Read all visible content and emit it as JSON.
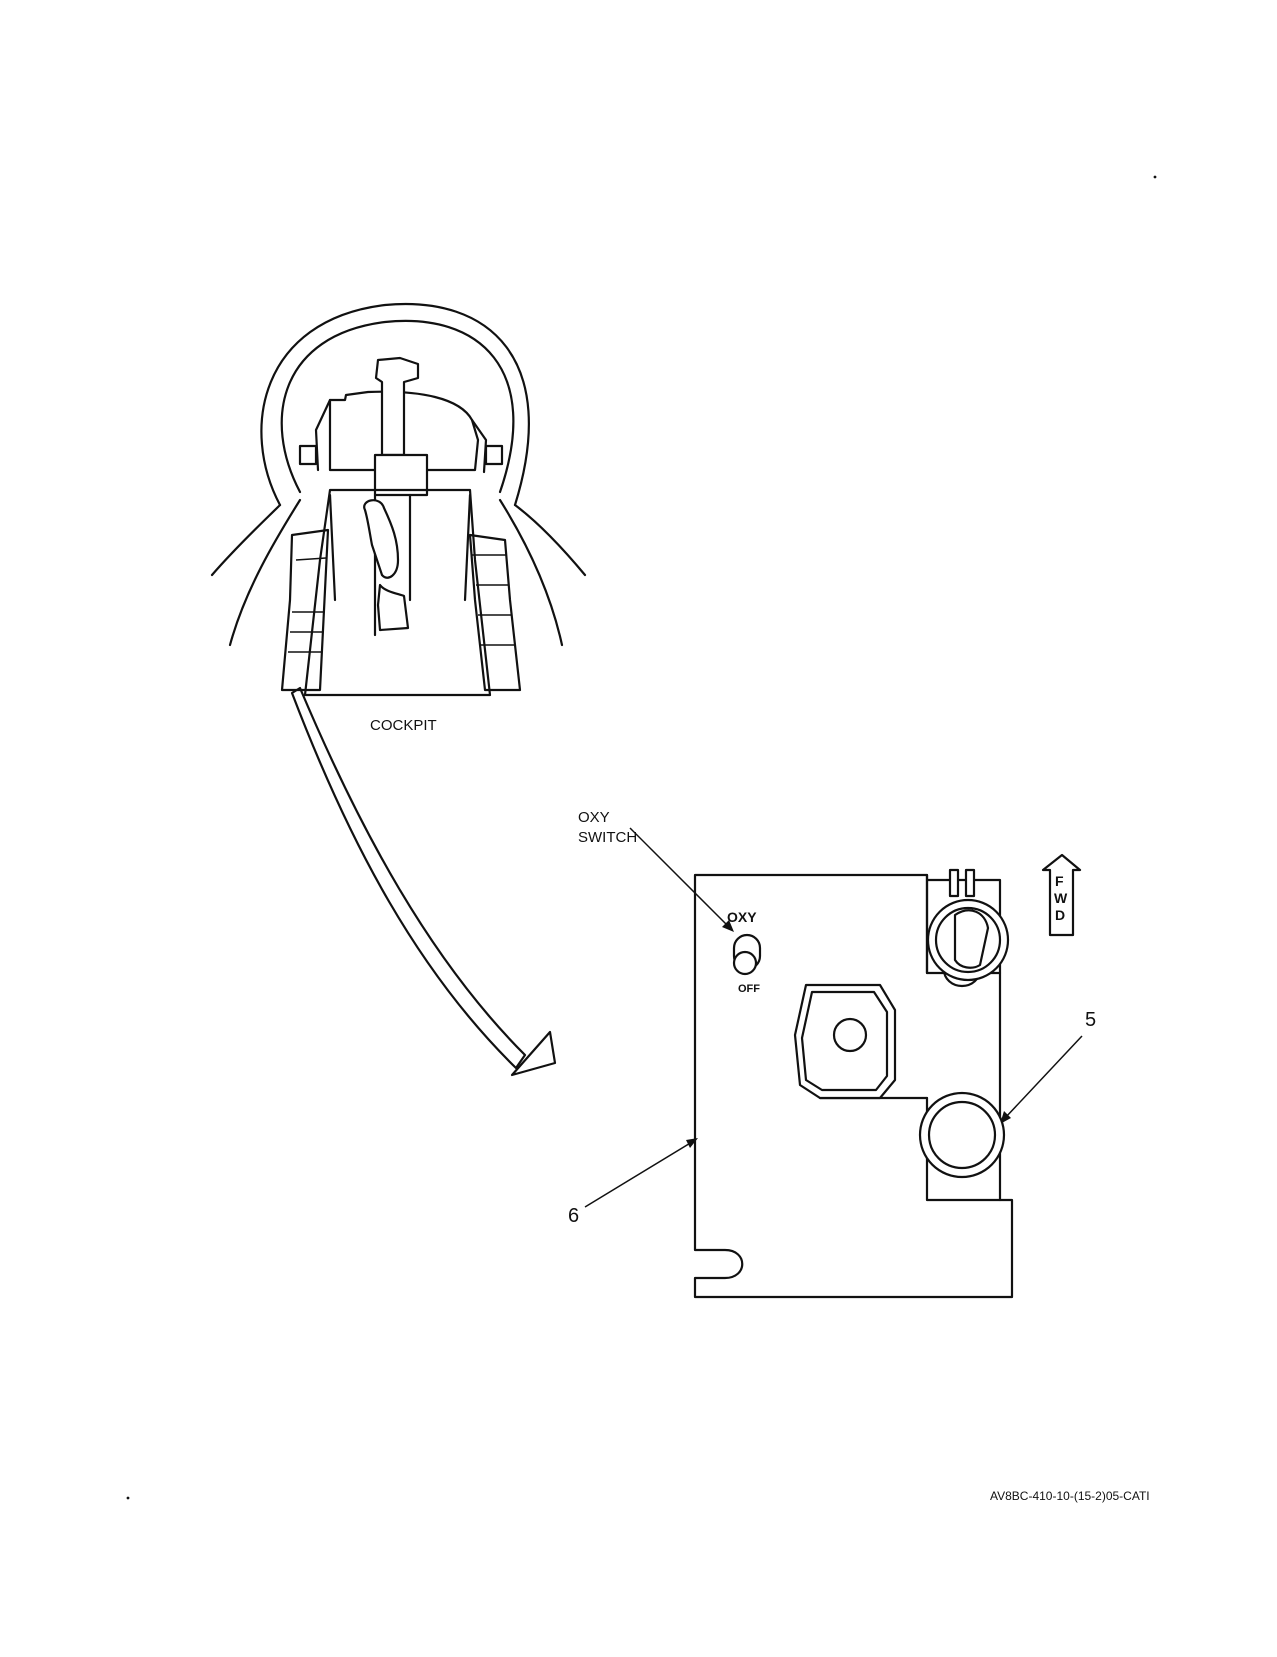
{
  "figure": {
    "cockpit_label": "COCKPIT",
    "callout_oxy_switch_line1": "OXY",
    "callout_oxy_switch_line2": "SWITCH",
    "switch_top_label": "OXY",
    "switch_bottom_label": "OFF",
    "fwd_letters": [
      "F",
      "W",
      "D"
    ],
    "callout_5": "5",
    "callout_6": "6",
    "figure_id": "AV8BC-410-10-(15-2)05-CATI"
  }
}
